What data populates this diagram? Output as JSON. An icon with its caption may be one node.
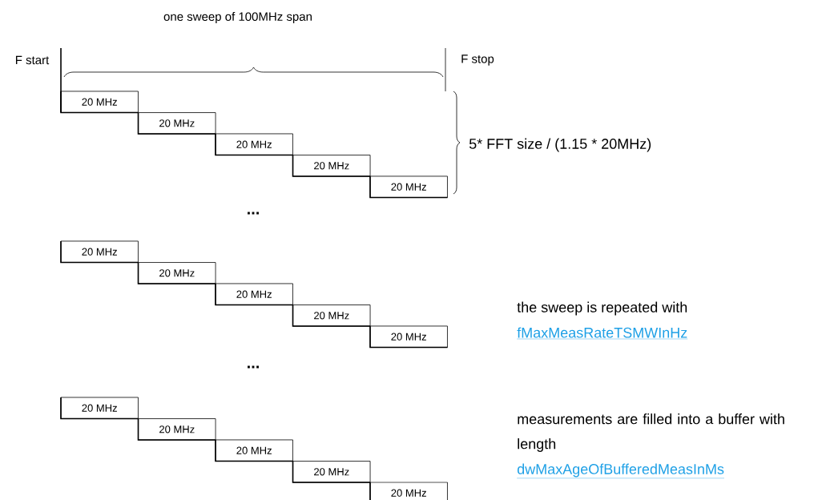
{
  "diagram": {
    "nodes": [
      {
        "text": [
          "20 MHz"
        ]
      },
      {
        "text": [
          "20 MHz"
        ]
      },
      {
        "text": [
          "20 MHz"
        ]
      },
      {
        "text": [
          "20 MHz"
        ]
      },
      {
        "text": [
          "20 MHz"
        ]
      },
      {
        "text": [
          "20 MHz"
        ]
      },
      {
        "text": [
          "20 MHz"
        ]
      },
      {
        "text": [
          "20 MHz"
        ]
      },
      {
        "text": [
          "20 MHz"
        ]
      },
      {
        "text": [
          "20 MHz"
        ]
      },
      {
        "text": [
          "20 MHz"
        ]
      },
      {
        "text": [
          "20 MHz"
        ]
      },
      {
        "text": [
          "20 MHz"
        ]
      },
      {
        "text": [
          "20 MHz"
        ]
      },
      {
        "text": [
          "20 MHz"
        ]
      }
    ],
    "labels": [
      "one sweep of 100MHz span",
      "F start",
      "F stop",
      "5* FFT size / (1.15 * 20MHz)",
      "...",
      "the sweep is repeated with",
      "fMaxMeasRateTSMWInHz",
      "...",
      "measurements are filled into a buffer with length",
      "dwMaxAgeOfBufferedMeasInMs"
    ]
  }
}
